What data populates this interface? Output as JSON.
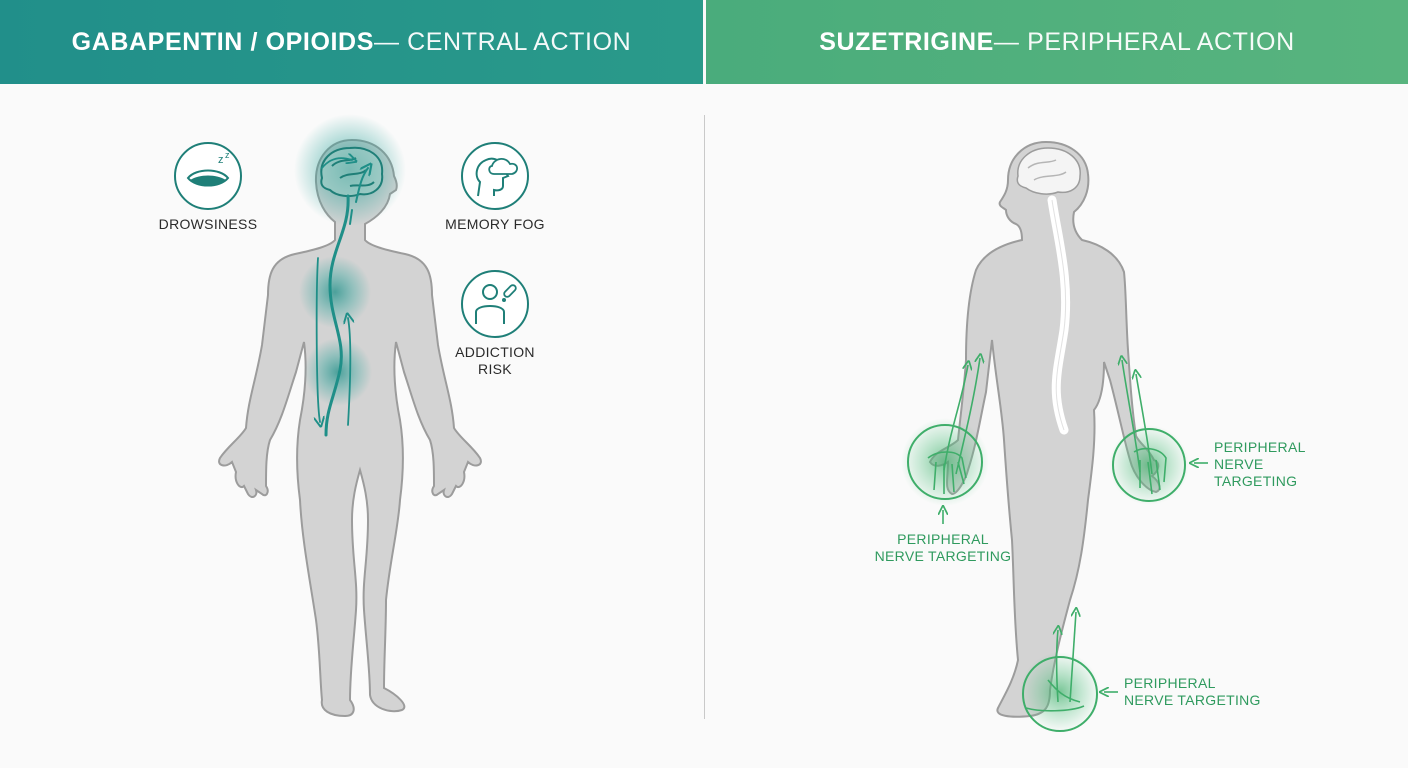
{
  "left_header": {
    "strong": "GABAPENTIN / OPIOIDS",
    "light": " — CENTRAL ACTION"
  },
  "right_header": {
    "strong": "SUZETRIGINE",
    "light": " — PERIPHERAL ACTION"
  },
  "side_effects": {
    "drowsiness": "DROWSINESS",
    "memory_fog": "MEMORY FOG",
    "addiction_line1": "ADDICTION",
    "addiction_line2": "RISK"
  },
  "peripheral_labels": {
    "left_hand_line1": "PERIPHERAL",
    "left_hand_line2": "NERVE TARGETING",
    "right_hand_line1": "PERIPHERAL",
    "right_hand_line2": "NERVE",
    "right_hand_line3": "TARGETING",
    "foot_line1": "PERIPHERAL",
    "foot_line2": "NERVE TARGETING"
  },
  "colors": {
    "teal": "#1f8f88",
    "green": "#3fae6a",
    "body": "#d3d3d3",
    "outline": "#9c9c9c"
  }
}
